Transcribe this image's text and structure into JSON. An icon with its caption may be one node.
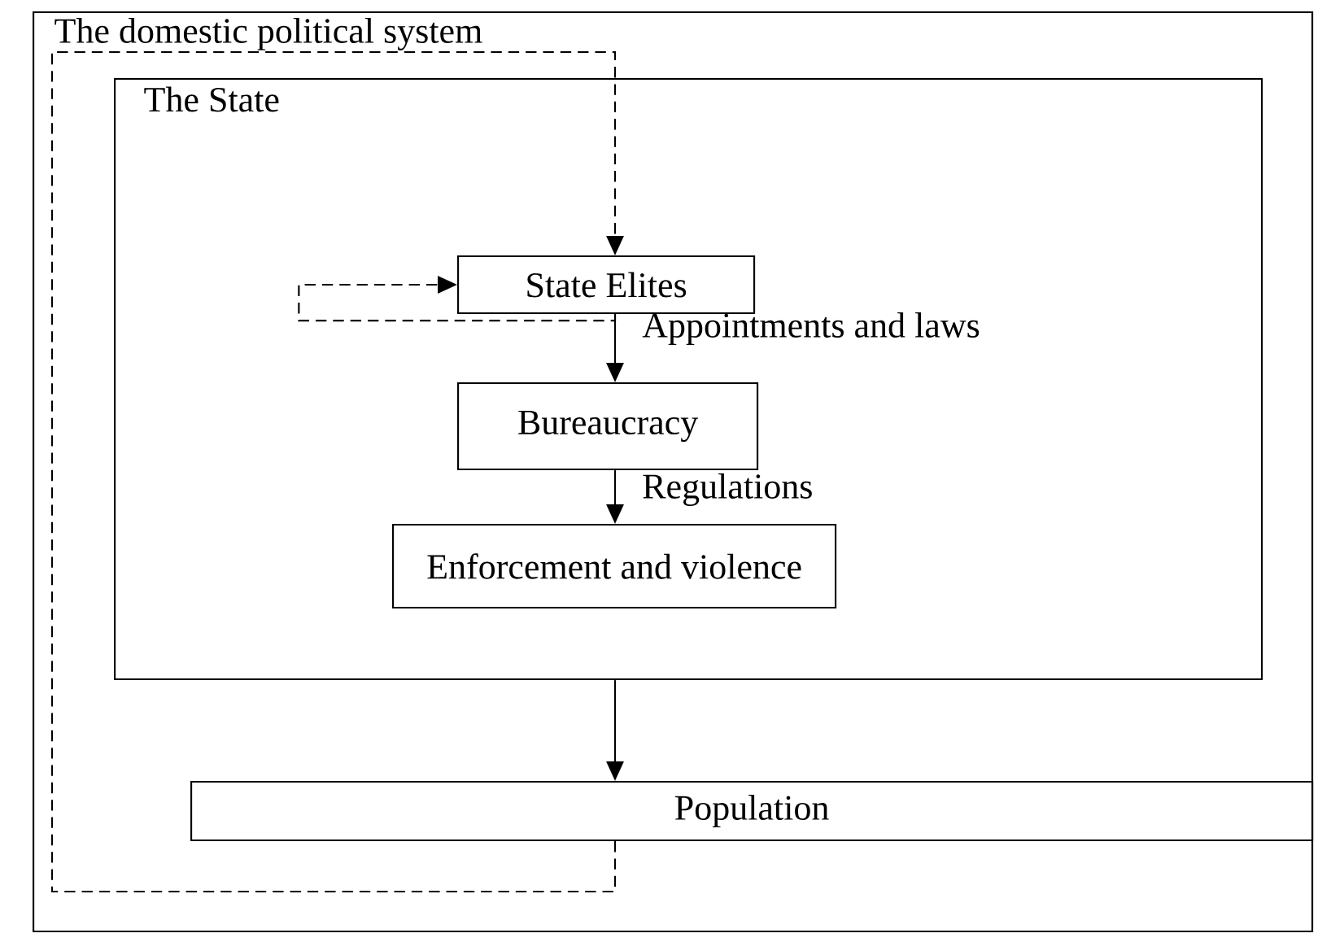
{
  "diagram": {
    "nodes": [
      {
        "text": [
          "The domestic political system"
        ]
      },
      {
        "text": [
          "The State"
        ],
        "in": 0
      },
      {
        "text": [
          "State Elites"
        ],
        "in": 1
      },
      {
        "text": [
          "Bureaucracy"
        ],
        "in": 1
      },
      {
        "text": [
          "Enforcement and violence"
        ],
        "in": 1
      },
      {
        "text": [
          "Population"
        ],
        "in": 0
      }
    ],
    "edges": [
      {
        "from": 2,
        "to": 3,
        "arrow": "to",
        "label": "Appointments and laws"
      },
      {
        "from": 3,
        "to": 4,
        "arrow": "to",
        "label": "Regulations"
      },
      {
        "from": 1,
        "to": 5,
        "arrow": "to"
      },
      {
        "from": 5,
        "to": 2,
        "arrow": "to",
        "style": "dashed"
      },
      {
        "from": 2,
        "to": 2,
        "arrow": "to",
        "style": "dashed"
      }
    ]
  }
}
